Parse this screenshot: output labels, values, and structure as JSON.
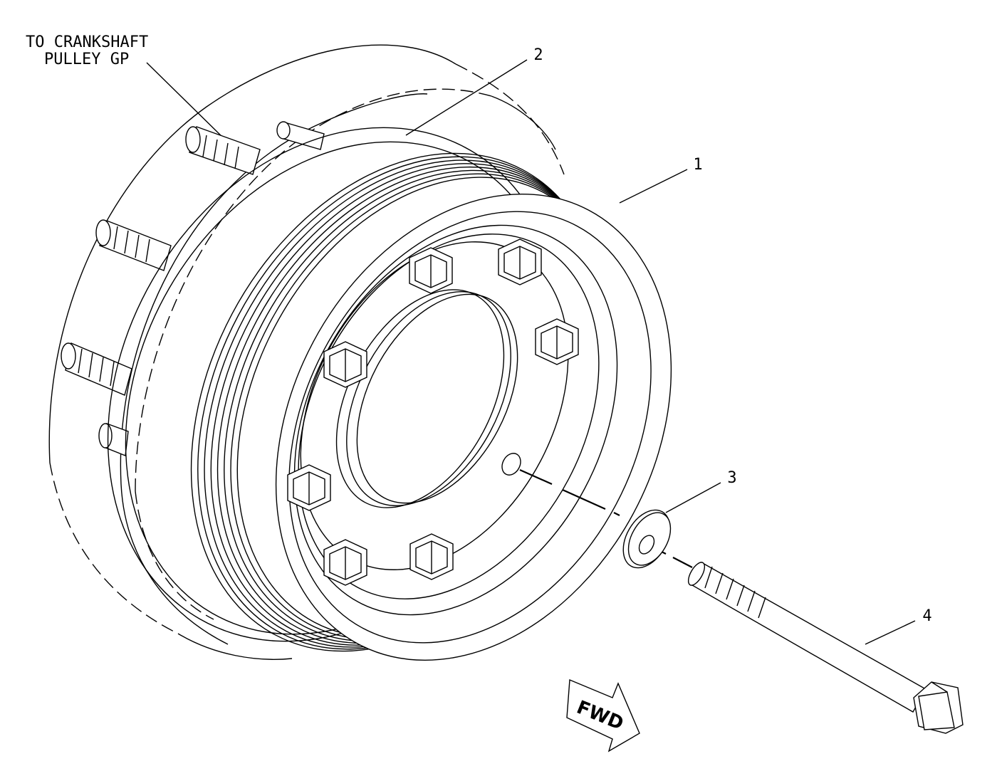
{
  "reference_note": {
    "line1": "TO CRANKSHAFT",
    "line2": "PULLEY GP"
  },
  "callouts": [
    {
      "id": "1",
      "text": "1"
    },
    {
      "id": "2",
      "text": "2"
    },
    {
      "id": "3",
      "text": "3"
    },
    {
      "id": "4",
      "text": "4"
    }
  ],
  "direction_arrow": {
    "text": "FWD"
  },
  "colors": {
    "line": "#000000",
    "background": "#ffffff"
  }
}
